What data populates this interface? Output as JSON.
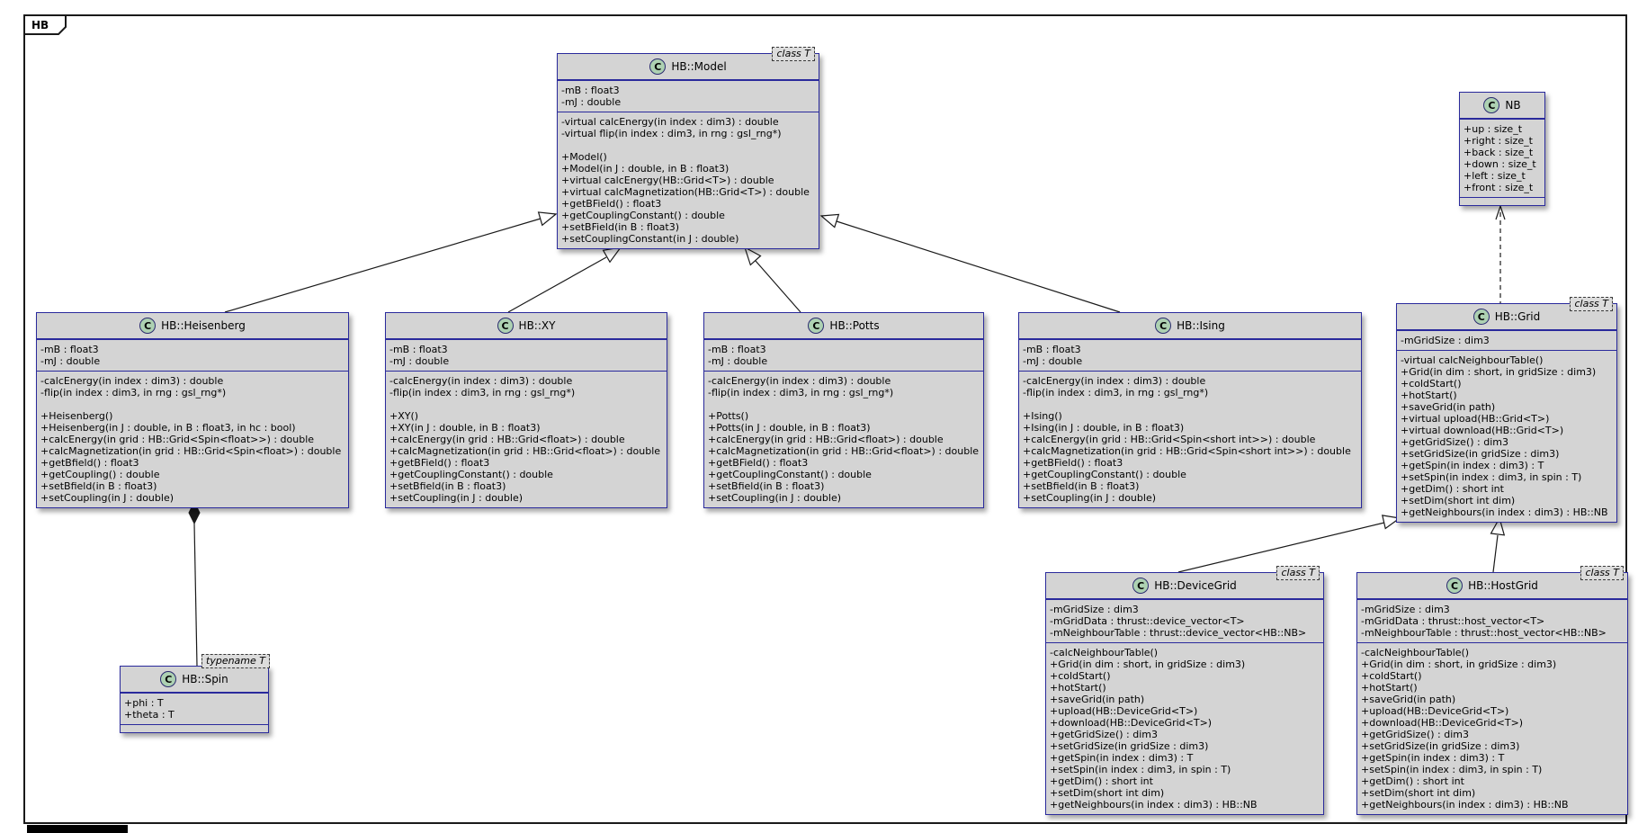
{
  "frame": {
    "label": "HB"
  },
  "ui": {
    "class_icon": "C"
  },
  "colors": {
    "box_fill": "#d4d4d4",
    "box_border": "#2a2a9c",
    "icon_fill": "#add1b2",
    "frame_border": "#1a1a1a"
  },
  "classes": [
    {
      "id": "model",
      "name": "HB::Model",
      "stereotype": "class T",
      "attributes": [
        "-mB : float3",
        "-mJ : double"
      ],
      "methods": [
        "-virtual calcEnergy(in index : dim3) : double",
        "-virtual flip(in index : dim3, in rng : gsl_rng*)",
        "",
        "+Model()",
        "+Model(in J : double, in B : float3)",
        "+virtual calcEnergy(HB::Grid<T>) : double",
        "+virtual calcMagnetization(HB::Grid<T>) : double",
        "+getBField() : float3",
        "+getCouplingConstant() : double",
        "+setBField(in B : float3)",
        "+setCouplingConstant(in J : double)"
      ]
    },
    {
      "id": "nb",
      "name": "NB",
      "stereotype": "",
      "attributes": [
        "+up : size_t",
        "+right : size_t",
        "+back : size_t",
        "+down : size_t",
        "+left : size_t",
        "+front : size_t"
      ],
      "methods": []
    },
    {
      "id": "heisenberg",
      "name": "HB::Heisenberg",
      "stereotype": "",
      "attributes": [
        "-mB : float3",
        "-mJ : double"
      ],
      "methods": [
        "-calcEnergy(in index : dim3) : double",
        "-flip(in index : dim3, in rng : gsl_rng*)",
        "",
        "+Heisenberg()",
        "+Heisenberg(in J : double, in B : float3, in hc : bool)",
        "+calcEnergy(in grid : HB::Grid<Spin<float>>) : double",
        "+calcMagnetization(in grid : HB::Grid<Spin<float>) : double",
        "+getBfield() : float3",
        "+getCoupling() : double",
        "+setBfield(in B : float3)",
        "+setCoupling(in J : double)"
      ]
    },
    {
      "id": "xy",
      "name": "HB::XY",
      "stereotype": "",
      "attributes": [
        "-mB : float3",
        "-mJ : double"
      ],
      "methods": [
        "-calcEnergy(in index : dim3) : double",
        "-flip(in index : dim3, in rng : gsl_rng*)",
        "",
        "+XY()",
        "+XY(in J : double, in B : float3)",
        "+calcEnergy(in grid : HB::Grid<float>) : double",
        "+calcMagnetization(in grid : HB::Grid<float>) : double",
        "+getBField() : float3",
        "+getCouplingConstant() : double",
        "+setBfield(in B : float3)",
        "+setCoupling(in J : double)"
      ]
    },
    {
      "id": "potts",
      "name": "HB::Potts",
      "stereotype": "",
      "attributes": [
        "-mB : float3",
        "-mJ : double"
      ],
      "methods": [
        "-calcEnergy(in index : dim3) : double",
        "-flip(in index : dim3, in rng : gsl_rng*)",
        "",
        "+Potts()",
        "+Potts(in J : double, in B : float3)",
        "+calcEnergy(in grid : HB::Grid<float>) : double",
        "+calcMagnetization(in grid : HB::Grid<float>) : double",
        "+getBField() : float3",
        "+getCouplingConstant() : double",
        "+setBfield(in B : float3)",
        "+setCoupling(in J : double)"
      ]
    },
    {
      "id": "ising",
      "name": "HB::Ising",
      "stereotype": "",
      "attributes": [
        "-mB : float3",
        "-mJ : double"
      ],
      "methods": [
        "-calcEnergy(in index : dim3) : double",
        "-flip(in index : dim3, in rng : gsl_rng*)",
        "",
        "+Ising()",
        "+Ising(in J : double, in B : float3)",
        "+calcEnergy(in grid : HB::Grid<Spin<short int>>) : double",
        "+calcMagnetization(in grid : HB::Grid<Spin<short int>>) : double",
        "+getBField() : float3",
        "+getCouplingConstant() : double",
        "+setBfield(in B : float3)",
        "+setCoupling(in J : double)"
      ]
    },
    {
      "id": "grid",
      "name": "HB::Grid",
      "stereotype": "class T",
      "attributes": [
        "-mGridSize : dim3"
      ],
      "methods": [
        "-virtual calcNeighbourTable()",
        "+Grid(in dim : short, in gridSize : dim3)",
        "+coldStart()",
        "+hotStart()",
        "+saveGrid(in path)",
        "+virtual upload(HB::Grid<T>)",
        "+virtual download(HB::Grid<T>)",
        "+getGridSize() : dim3",
        "+setGridSize(in gridSize : dim3)",
        "+getSpin(in index : dim3) : T",
        "+setSpin(in index : dim3, in spin : T)",
        "+getDim() : short int",
        "+setDim(short int dim)",
        "+getNeighbours(in index : dim3) : HB::NB"
      ]
    },
    {
      "id": "devicegrid",
      "name": "HB::DeviceGrid",
      "stereotype": "class T",
      "attributes": [
        "-mGridSize : dim3",
        "-mGridData : thrust::device_vector<T>",
        "-mNeighbourTable : thrust::device_vector<HB::NB>"
      ],
      "methods": [
        "-calcNeighbourTable()",
        "+Grid(in dim : short, in gridSize : dim3)",
        "+coldStart()",
        "+hotStart()",
        "+saveGrid(in path)",
        "+upload(HB::DeviceGrid<T>)",
        "+download(HB::DeviceGrid<T>)",
        "+getGridSize() : dim3",
        "+setGridSize(in gridSize : dim3)",
        "+getSpin(in index : dim3) : T",
        "+setSpin(in index : dim3, in spin : T)",
        "+getDim() : short int",
        "+setDim(short int dim)",
        "+getNeighbours(in index : dim3) : HB::NB"
      ]
    },
    {
      "id": "hostgrid",
      "name": "HB::HostGrid",
      "stereotype": "class T",
      "attributes": [
        "-mGridSize : dim3",
        "-mGridData : thrust::host_vector<T>",
        "-mNeighbourTable : thrust::host_vector<HB::NB>"
      ],
      "methods": [
        "-calcNeighbourTable()",
        "+Grid(in dim : short, in gridSize : dim3)",
        "+coldStart()",
        "+hotStart()",
        "+saveGrid(in path)",
        "+upload(HB::DeviceGrid<T>)",
        "+download(HB::DeviceGrid<T>)",
        "+getGridSize() : dim3",
        "+setGridSize(in gridSize : dim3)",
        "+getSpin(in index : dim3) : T",
        "+setSpin(in index : dim3, in spin : T)",
        "+getDim() : short int",
        "+setDim(short int dim)",
        "+getNeighbours(in index : dim3) : HB::NB"
      ]
    },
    {
      "id": "spin",
      "name": "HB::Spin",
      "stereotype": "typename T",
      "attributes": [
        "+phi : T",
        "+theta : T"
      ],
      "methods": []
    }
  ],
  "relationships": [
    {
      "from": "HB::Heisenberg",
      "to": "HB::Model",
      "type": "inheritance"
    },
    {
      "from": "HB::XY",
      "to": "HB::Model",
      "type": "inheritance"
    },
    {
      "from": "HB::Potts",
      "to": "HB::Model",
      "type": "inheritance"
    },
    {
      "from": "HB::Ising",
      "to": "HB::Model",
      "type": "inheritance"
    },
    {
      "from": "HB::DeviceGrid",
      "to": "HB::Grid",
      "type": "inheritance"
    },
    {
      "from": "HB::HostGrid",
      "to": "HB::Grid",
      "type": "inheritance"
    },
    {
      "from": "HB::Grid",
      "to": "NB",
      "type": "dependency"
    },
    {
      "from": "HB::Heisenberg",
      "to": "HB::Spin",
      "type": "composition"
    }
  ]
}
